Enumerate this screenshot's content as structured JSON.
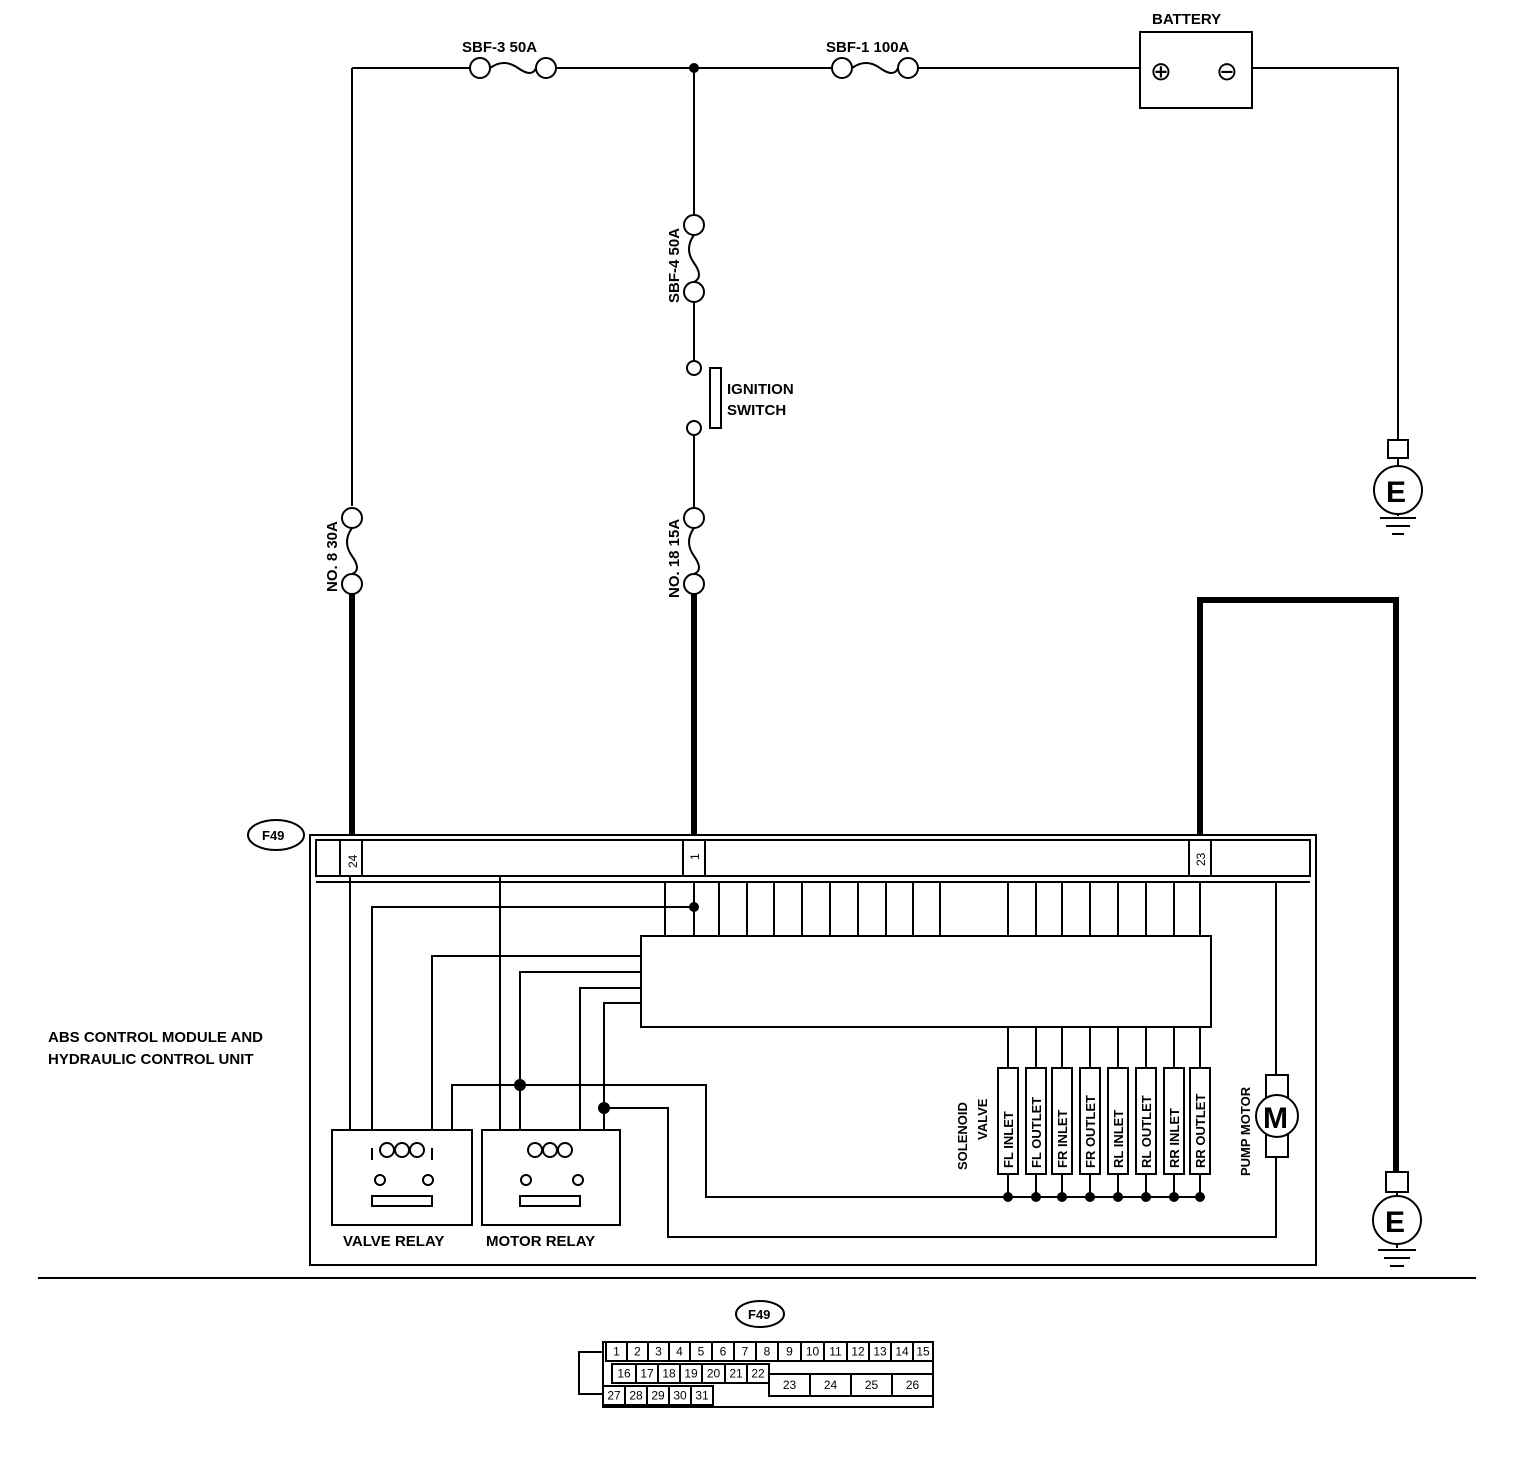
{
  "labels": {
    "battery": "BATTERY",
    "battery_plus": "⊕",
    "battery_minus": "⊖",
    "sbf3": "SBF-3 50A",
    "sbf1": "SBF-1 100A",
    "sbf4": "SBF-4 50A",
    "ignition_1": "IGNITION",
    "ignition_2": "SWITCH",
    "fuse8": "NO. 8 30A",
    "fuse18": "NO. 18 15A",
    "connector": "F49",
    "module_1": "ABS CONTROL MODULE AND",
    "module_2": "HYDRAULIC CONTROL UNIT",
    "solenoid_1": "SOLENOID",
    "solenoid_2": "VALVE",
    "pump_motor": "PUMP MOTOR",
    "motor_symbol": "M",
    "ground_small": "E",
    "ground_large": "E",
    "valve_relay": "VALVE RELAY",
    "motor_relay": "MOTOR RELAY"
  },
  "pins": {
    "p24": "24",
    "p1": "1",
    "p23": "23"
  },
  "solenoids": [
    "FL INLET",
    "FL OUTLET",
    "FR INLET",
    "FR OUTLET",
    "RL INLET",
    "RL OUTLET",
    "RR INLET",
    "RR OUTLET"
  ],
  "pinout": {
    "row1": [
      "1",
      "2",
      "3",
      "4",
      "5",
      "6",
      "7",
      "8",
      "9",
      "10",
      "11",
      "12",
      "13",
      "14",
      "15"
    ],
    "row2": [
      "16",
      "17",
      "18",
      "19",
      "20",
      "21",
      "22"
    ],
    "row3": [
      "27",
      "28",
      "29",
      "30",
      "31"
    ],
    "big": [
      "23",
      "24",
      "25",
      "26"
    ]
  }
}
